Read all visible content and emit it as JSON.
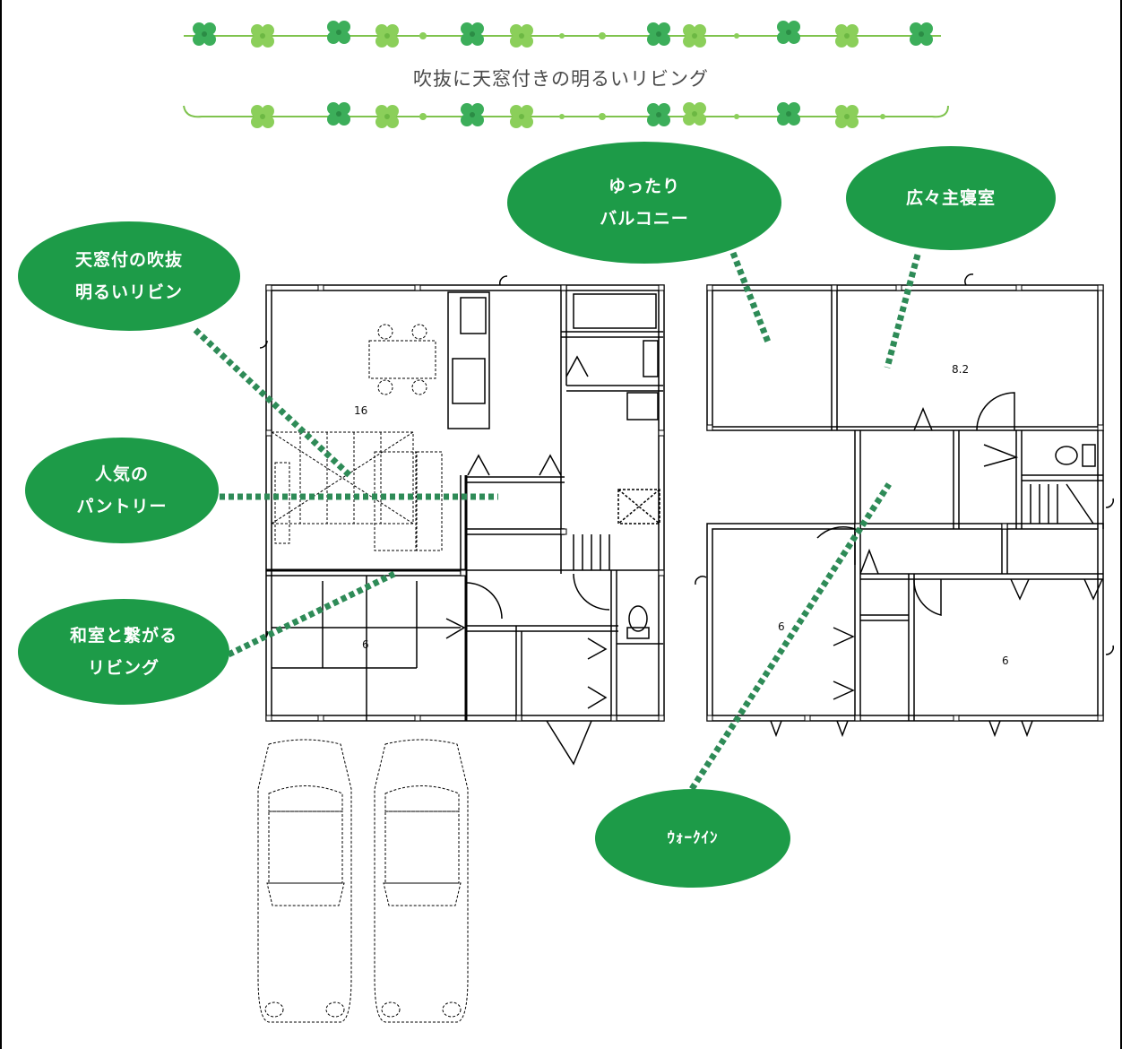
{
  "header": {
    "title": "吹抜に天窓付きの明るいリビング"
  },
  "callouts": {
    "tenmado": {
      "line1": "天窓付の吹抜",
      "line2": "明るいリビン"
    },
    "pantry": {
      "line1": "人気の",
      "line2": "パントリー"
    },
    "washitsu": {
      "line1": "和室と繋がる",
      "line2": "リビング"
    },
    "balcony": {
      "line1": "ゆったり",
      "line2": "バルコニー"
    },
    "master": {
      "line1": "広々主寝室"
    },
    "walkin": {
      "line1": "ｳｫｰｸｲﾝ"
    }
  },
  "rooms": {
    "first_floor_ldk": "16",
    "first_floor_washitsu": "6",
    "second_floor_master": "8.2",
    "second_floor_left": "6",
    "second_floor_right": "6"
  },
  "colors": {
    "accent_green": "#1d9b48",
    "leader_green": "#2e8b57",
    "wall": "#000000",
    "clover_dark": "#3cae5a",
    "clover_light": "#8bcf5a"
  }
}
